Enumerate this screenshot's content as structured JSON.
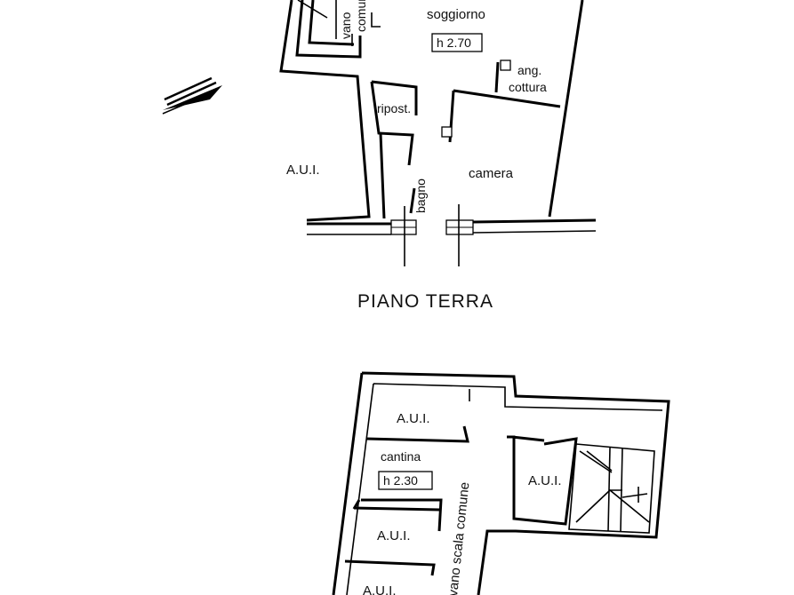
{
  "ground_floor": {
    "title": "PIANO TERRA",
    "rooms": {
      "soggiorno": "soggiorno",
      "height": "h 2.70",
      "ang": "ang.",
      "cottura": "cottura",
      "ripost": "ripost.",
      "camera": "camera",
      "bagno": "bagno",
      "aui": "A.U.I.",
      "vano": "vano",
      "comune": "comune"
    }
  },
  "basement": {
    "rooms": {
      "aui_top": "A.U.I.",
      "cantina": "cantina",
      "height": "h 2.30",
      "aui_mid": "A.U.I.",
      "aui_right": "A.U.I.",
      "aui_bottom": "A.U.I.",
      "stair": "vano scala comune"
    }
  },
  "colors": {
    "ink": "#000000",
    "paper": "#ffffff"
  },
  "icons": {
    "north": "north-arrow-icon"
  }
}
